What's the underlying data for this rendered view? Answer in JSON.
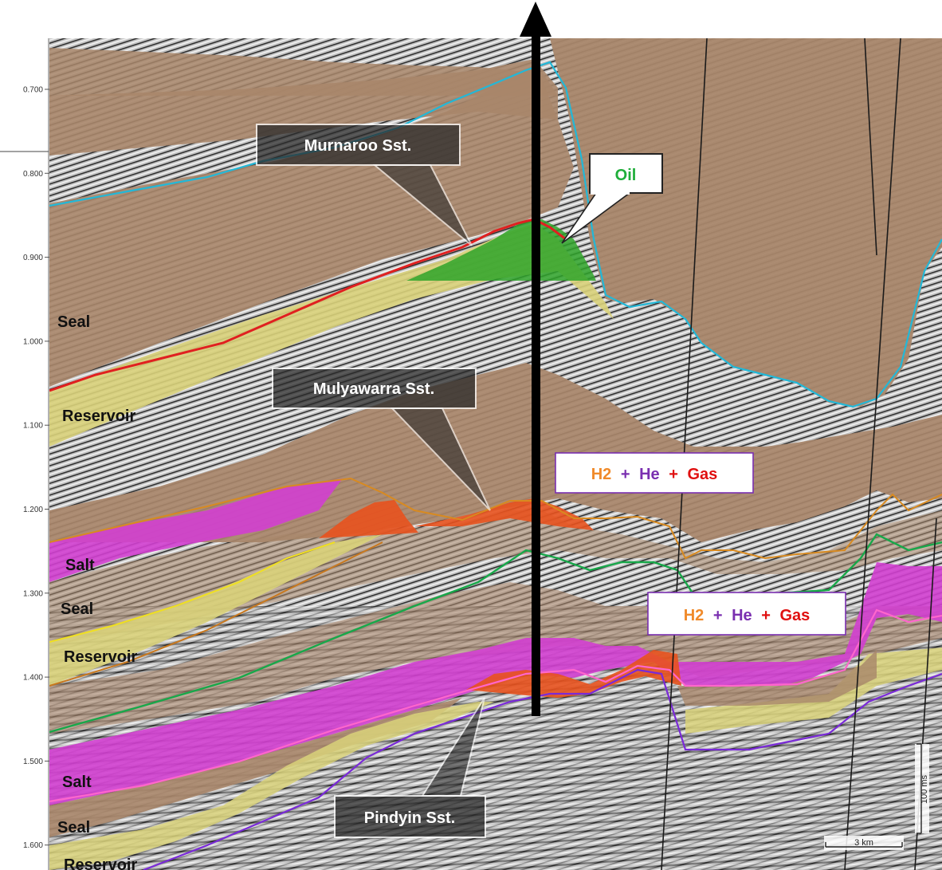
{
  "section": {
    "time_axis": {
      "ticks": [
        "0.700",
        "0.800",
        "0.900",
        "1.000",
        "1.100",
        "1.200",
        "1.300",
        "1.400",
        "1.500",
        "1.600"
      ]
    },
    "layer_labels": [
      "Seal",
      "Reservoir",
      "Salt",
      "Seal",
      "Reservoir",
      "Salt",
      "Seal",
      "Reservoir"
    ],
    "callouts": {
      "murnaroo": "Murnaroo Sst.",
      "mulyawarra": "Mulyawarra Sst.",
      "pindyin": "Pindyin Sst.",
      "oil": "Oil"
    },
    "gas_labels": [
      {
        "h2": "H2",
        "plus1": "+",
        "he": "He",
        "plus2": "+",
        "gas": "Gas"
      },
      {
        "h2": "H2",
        "plus1": "+",
        "he": "He",
        "plus2": "+",
        "gas": "Gas"
      }
    ],
    "scale": {
      "vertical": "100 ms",
      "horizontal": "3 km"
    },
    "colors": {
      "seal_brown": "#a8866a",
      "reservoir_yellow": "#d9d27a",
      "salt_magenta": "#d23fd0",
      "oil_green": "#2fa52a",
      "gas_orange": "#e8521e",
      "h2_color": "#f08a2a",
      "he_color": "#7a2fb0",
      "gas_text_color": "#e01010",
      "oil_text_color": "#1fae3a",
      "horizon_cyan": "#22b8d8",
      "horizon_red": "#e02020",
      "horizon_orange": "#d88a20",
      "horizon_green": "#18a84a",
      "horizon_purple": "#7a2ad8",
      "horizon_pink": "#ff66cc",
      "horizon_yellow": "#f0e020"
    }
  }
}
